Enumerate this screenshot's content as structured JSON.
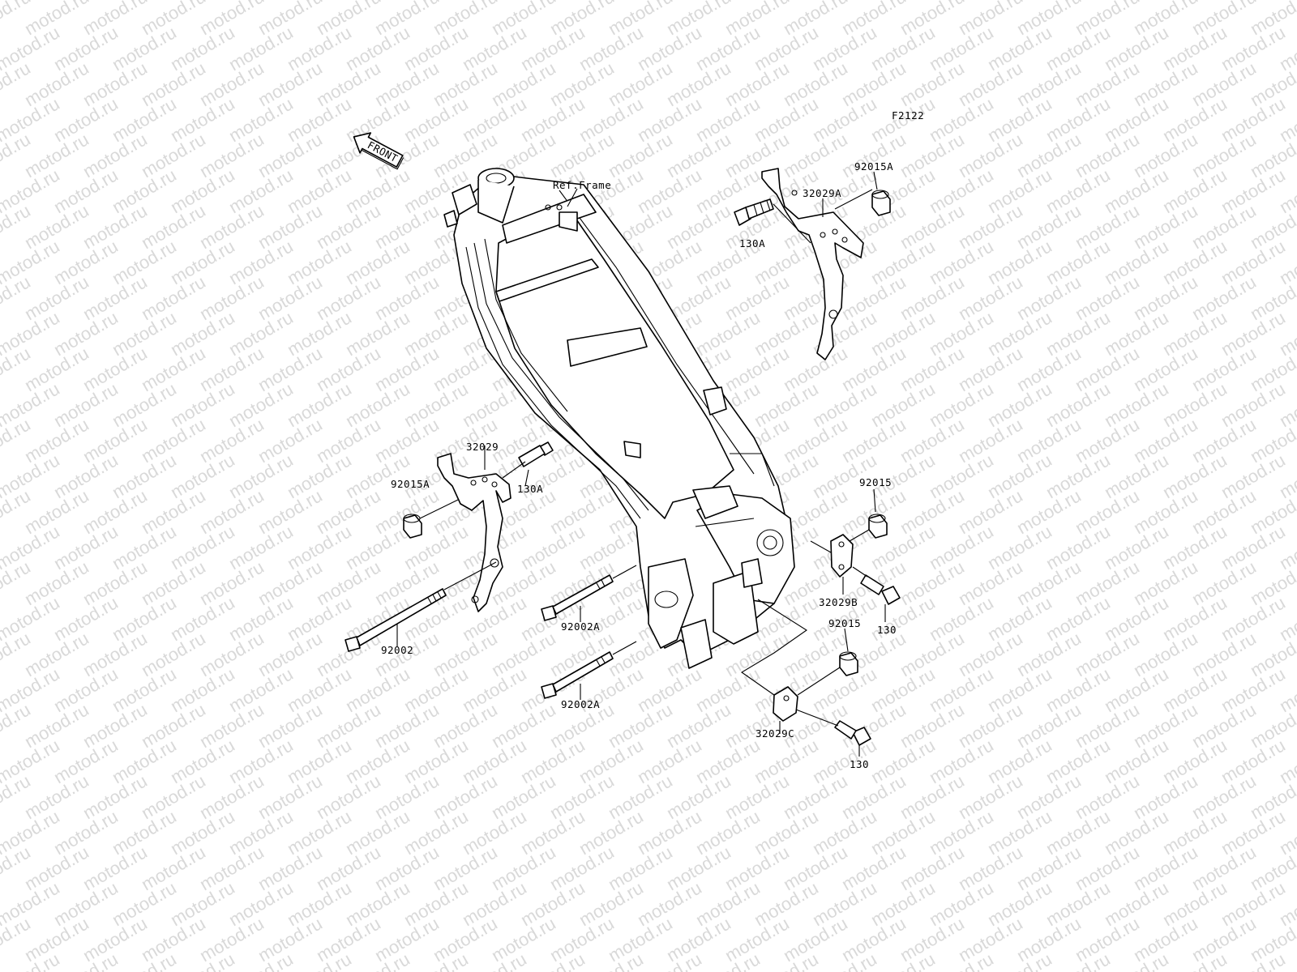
{
  "diagram": {
    "code": "F2122",
    "watermark": "motod.ru",
    "front_label": "FRONT",
    "ref_frame_label": "Ref.Frame",
    "parts": {
      "p92015A_top": "92015A",
      "p32029A": "32029A",
      "p130A_top": "130A",
      "p32029": "32029",
      "p92015A_left": "92015A",
      "p130A_left": "130A",
      "p92002": "92002",
      "p92002A_mid": "92002A",
      "p92002A_low": "92002A",
      "p92015_right": "92015",
      "p32029B": "32029B",
      "p130_right": "130",
      "p92015_low": "92015",
      "p32029C": "32029C",
      "p130_low": "130"
    }
  }
}
